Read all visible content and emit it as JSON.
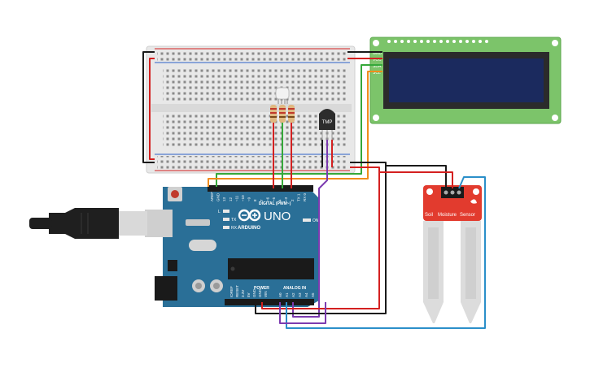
{
  "arduino": {
    "brand": "UNO",
    "maker": "ARDUINO",
    "digital_label": "DIGITAL (PWM~)",
    "analog_label": "ANALOG IN",
    "power_label": "POWER",
    "led_l": "L",
    "led_tx": "TX",
    "led_rx": "RX",
    "led_on": "ON",
    "digital_pins": [
      "AREF",
      "GND",
      "13",
      "12",
      "~11",
      "~10",
      "~9",
      "8",
      "7",
      "~6",
      "~5",
      "4",
      "~3",
      "2",
      "TX 1",
      "RX 0"
    ],
    "analog_pins": [
      "A0",
      "A1",
      "A2",
      "A3",
      "A4",
      "A5"
    ],
    "power_pins": [
      "IOREF",
      "RESET",
      "3.3V",
      "5V",
      "GND",
      "GND",
      "VIN"
    ]
  },
  "lcd": {
    "pin_labels": [
      "GND",
      "VCC",
      "SDA",
      "SCL"
    ]
  },
  "sensor_temp": {
    "label": "TMP"
  },
  "soil_sensor": {
    "label_left": "Soil",
    "label_mid": "Moisture",
    "label_right": "Sensor"
  },
  "colors": {
    "arduino_board": "#2a6f97",
    "breadboard": "#e8e8e8",
    "lcd_pcb": "#7cc46a",
    "lcd_screen": "#1b2a5e",
    "soil_board": "#e23b2e",
    "wire_black": "#1a1a1a",
    "wire_red": "#d42020",
    "wire_green": "#35a83a",
    "wire_orange": "#f08c1c",
    "wire_blue": "#2b8fc9",
    "wire_purple": "#7c3bb0"
  }
}
